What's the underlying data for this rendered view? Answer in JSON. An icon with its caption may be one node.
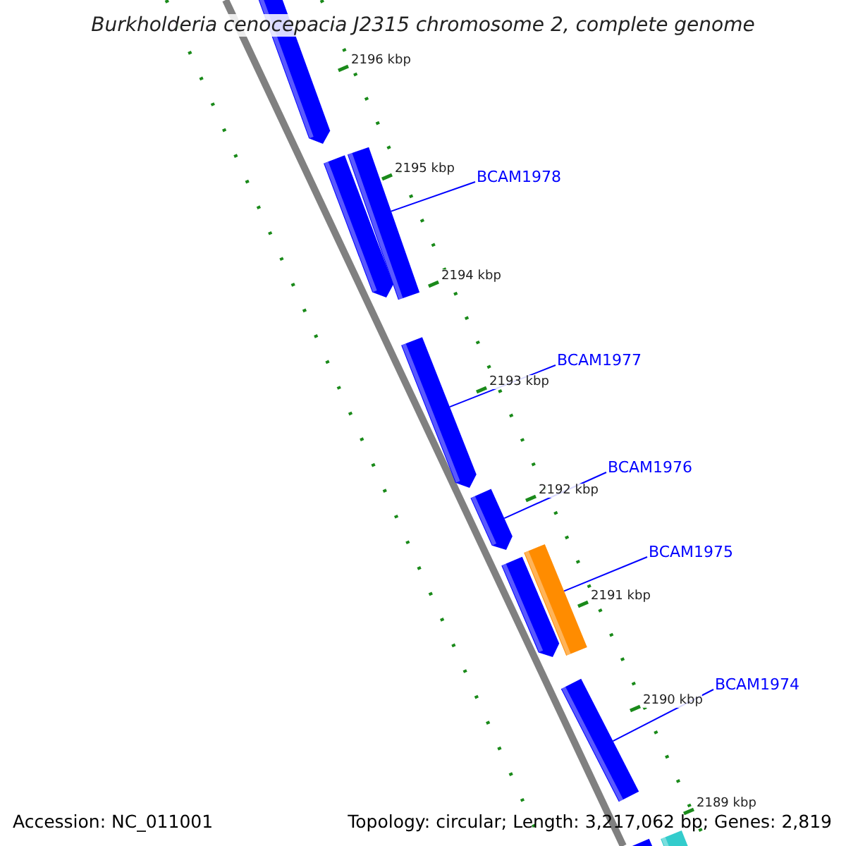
{
  "diagram": {
    "title": "Burkholderia cenocepacia J2315 chromosome 2, complete genome",
    "nodes": [
      {
        "text": [],
        "shape": "arrow"
      },
      {
        "text": [],
        "shape": "arrow"
      },
      {
        "text": [],
        "shape": "bar"
      },
      {
        "text": [
          "BCAM1978"
        ]
      },
      {
        "text": [],
        "shape": "arrow"
      },
      {
        "text": [
          "BCAM1977"
        ]
      },
      {
        "text": [],
        "shape": "arrow"
      },
      {
        "text": [
          "BCAM1976"
        ]
      },
      {
        "text": [],
        "shape": "arrow"
      },
      {
        "text": [
          "BCAM1975"
        ]
      },
      {
        "text": [],
        "shape": "bar"
      },
      {
        "text": [
          "BCAM1974"
        ]
      },
      {
        "text": [],
        "shape": "bar"
      },
      {
        "text": [],
        "shape": "bar"
      },
      {
        "text": [],
        "shape": "bar"
      }
    ],
    "edges": [
      {
        "from": 3,
        "to": 2,
        "arrow": "none"
      },
      {
        "from": 5,
        "to": 4,
        "arrow": "none"
      },
      {
        "from": 7,
        "to": 6,
        "arrow": "none"
      },
      {
        "from": 9,
        "to": 10,
        "arrow": "none"
      },
      {
        "from": 11,
        "to": 12,
        "arrow": "none"
      }
    ],
    "labels": [
      "2196 kbp",
      "2195 kbp",
      "2194 kbp",
      "2193 kbp",
      "2192 kbp",
      "2191 kbp",
      "2190 kbp",
      "2189 kbp",
      "Accession: NC_011001",
      "Topology: circular; Length: 3,217,062 bp; Genes: 2,819"
    ]
  }
}
